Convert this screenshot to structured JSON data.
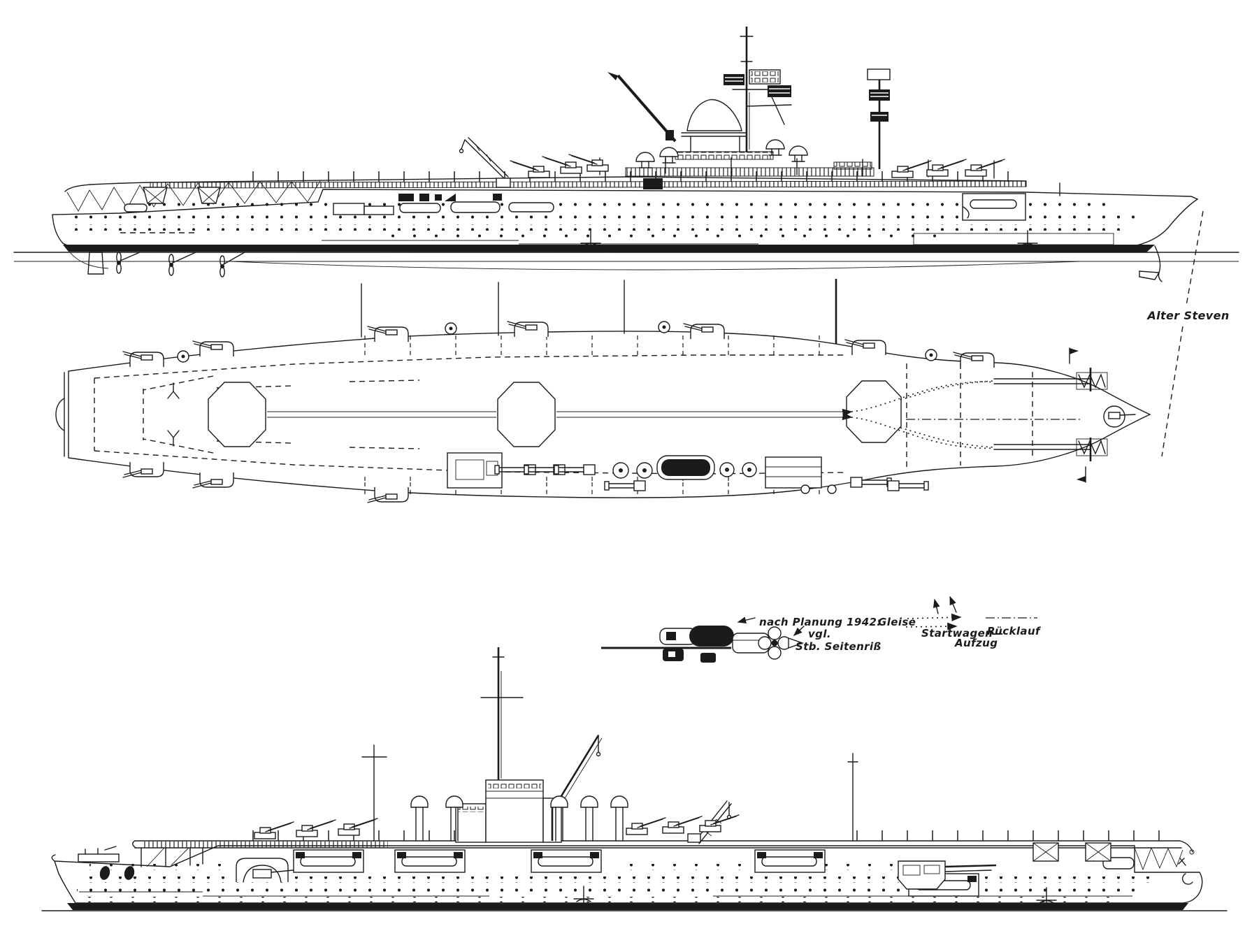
{
  "drawing": {
    "ink_color": "#1b1b1b",
    "paper_color": "#ffffff"
  },
  "views": {
    "top_profile": "starboard-side-elevation",
    "deck_plan": "flight-deck-plan",
    "bottom_profile": "port-side-elevation",
    "aircraft_detail": "aircraft-on-launch-trolley"
  },
  "annotations": {
    "alter_steven": "Alter Steven",
    "nach_planung": "nach Planung 1942:",
    "vgl": "vgl.",
    "stb_seitenriss": "Stb. Seitenriß",
    "gleise": "Gleise",
    "startwagen": "Startwagen—",
    "aufzug": "Aufzug",
    "ruecklauf": "Rücklauf"
  }
}
